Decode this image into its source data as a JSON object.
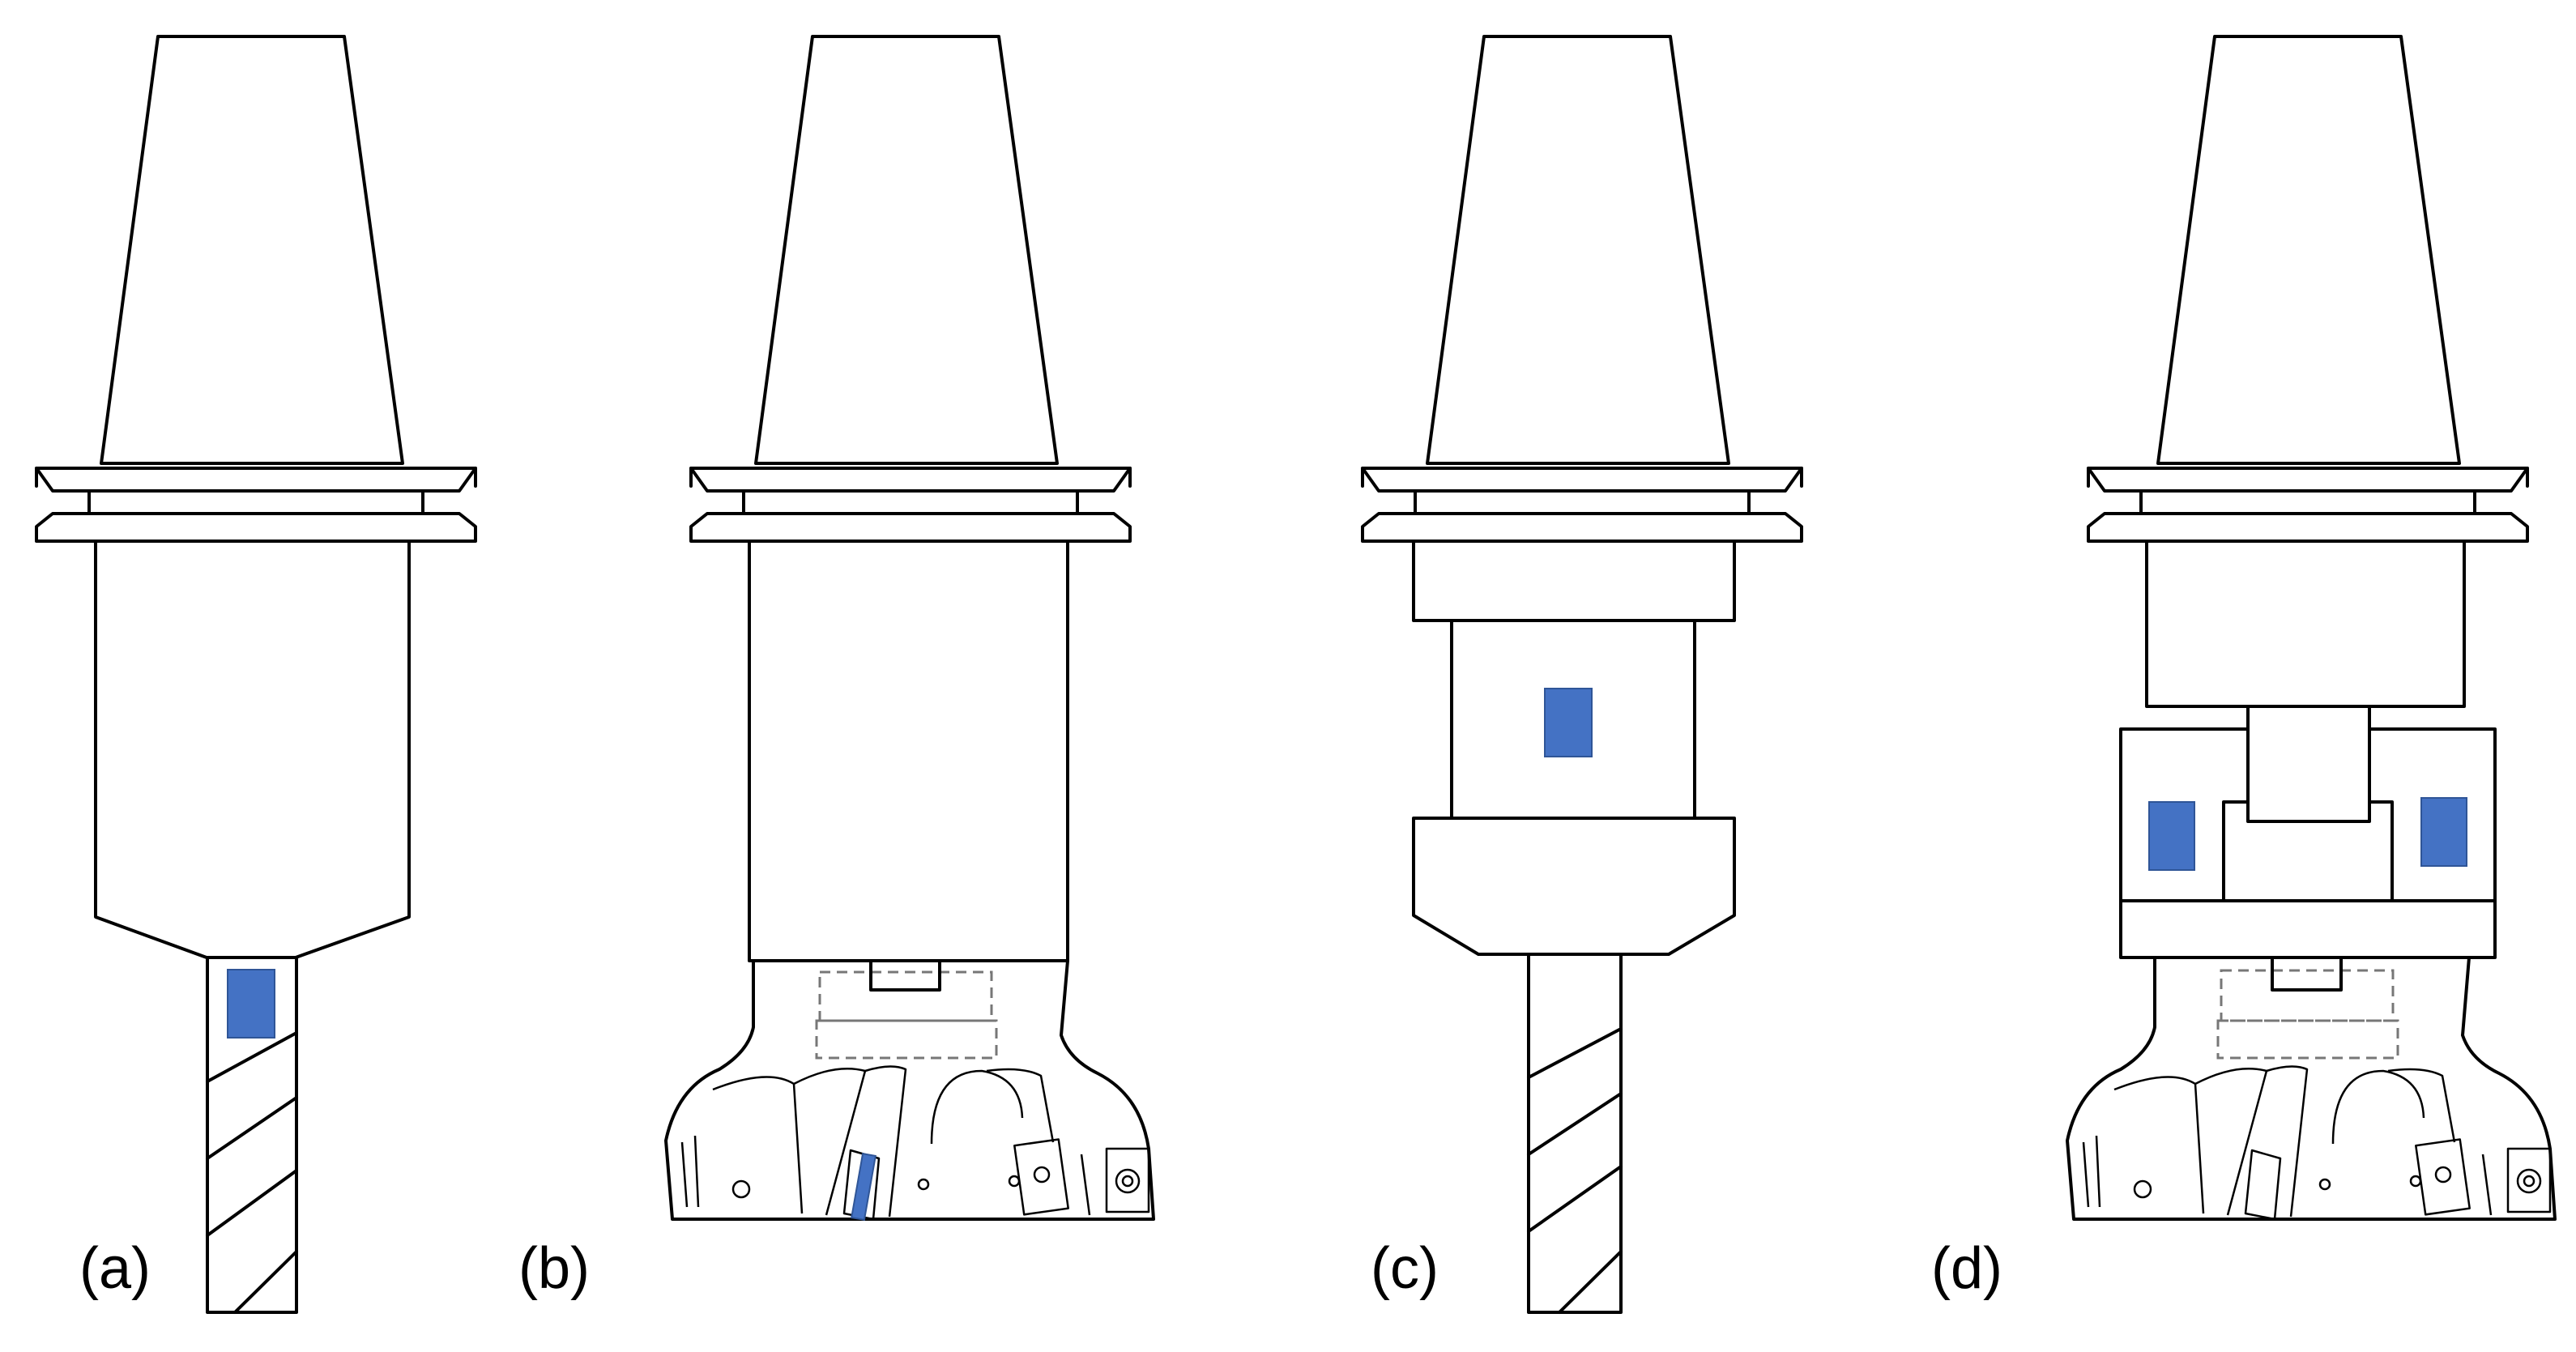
{
  "panels": [
    {
      "id": "a",
      "label": "(a)",
      "holder": "plain",
      "tool": "end-mill"
    },
    {
      "id": "b",
      "label": "(b)",
      "holder": "plain",
      "tool": "face-mill"
    },
    {
      "id": "c",
      "label": "(c)",
      "holder": "sensor-collar",
      "tool": "end-mill"
    },
    {
      "id": "d",
      "label": "(d)",
      "holder": "sensor-module",
      "tool": "face-mill"
    }
  ],
  "colors": {
    "sensor": "#4472c4",
    "outline": "#000000",
    "background": "#ffffff"
  }
}
